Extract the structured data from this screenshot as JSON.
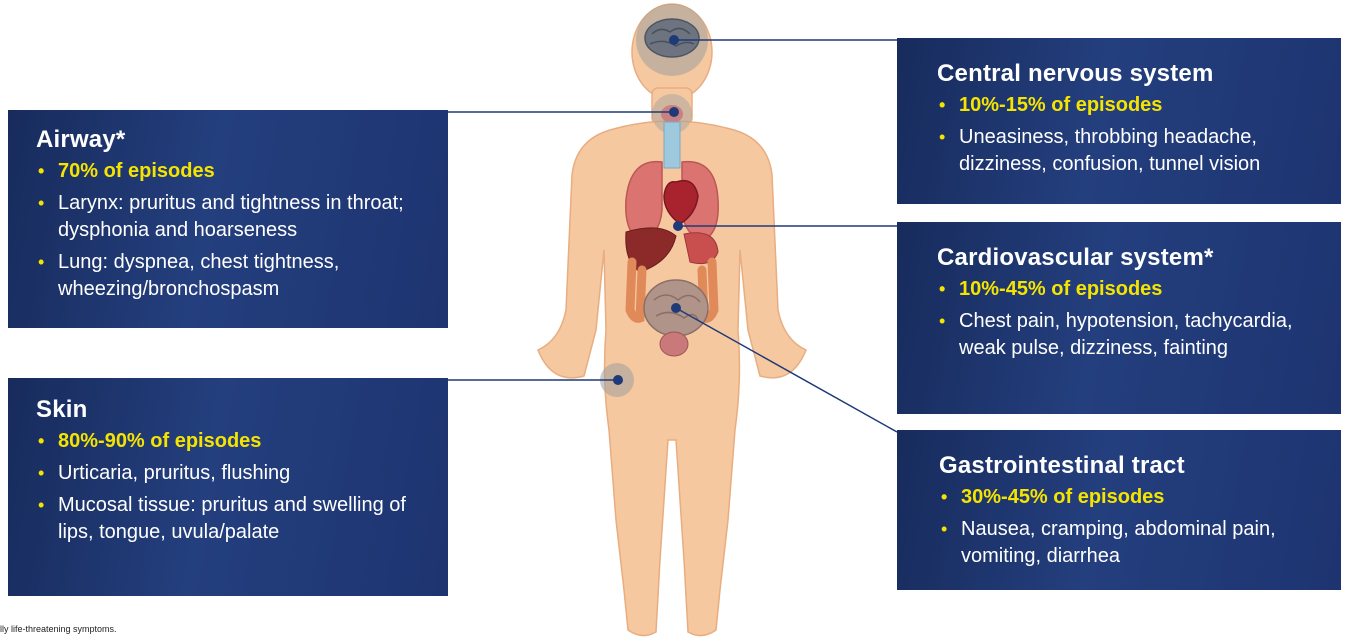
{
  "footnote": "lly life-threatening symptoms.",
  "colors": {
    "box": "#1f3a78",
    "highlight": "#f5e400",
    "skin": "#f6c8a0",
    "connector": "#1f3a78"
  },
  "boxes": {
    "airway": {
      "title": "Airway*",
      "items": [
        "70% of episodes",
        "Larynx: pruritus and tightness in throat; dysphonia and hoarseness",
        "Lung: dyspnea, chest tightness, wheezing/bronchospasm"
      ]
    },
    "skin": {
      "title": "Skin",
      "items": [
        "80%-90% of episodes",
        "Urticaria, pruritus, flushing",
        "Mucosal tissue: pruritus and swelling of lips, tongue, uvula/palate"
      ]
    },
    "cns": {
      "title": "Central nervous system",
      "items": [
        "10%-15% of episodes",
        "Uneasiness, throbbing headache, dizziness, confusion, tunnel vision"
      ]
    },
    "cardio": {
      "title": "Cardiovascular system*",
      "items": [
        "10%-45% of episodes",
        "Chest pain, hypotension, tachycardia, weak pulse, dizziness, fainting"
      ]
    },
    "gi": {
      "title": "Gastrointestinal tract",
      "items": [
        "30%-45% of episodes",
        "Nausea, cramping, abdominal pain, vomiting, diarrhea"
      ]
    }
  }
}
